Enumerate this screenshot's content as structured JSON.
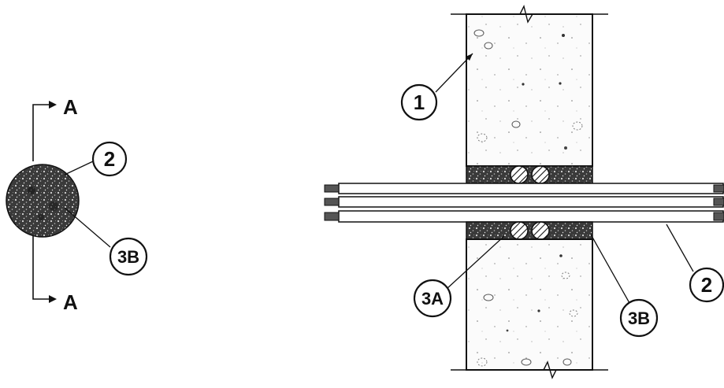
{
  "section_marks": {
    "top": "A",
    "bottom": "A"
  },
  "callouts": {
    "wall": "1",
    "cables_left": "2",
    "cables_right": "2",
    "sealant_left": "3B",
    "packing": "3A",
    "sealant_right": "3B"
  },
  "colors": {
    "ink": "#111111",
    "paper": "#ffffff",
    "concrete": "#e8e8e8",
    "sealant": "#555555"
  }
}
